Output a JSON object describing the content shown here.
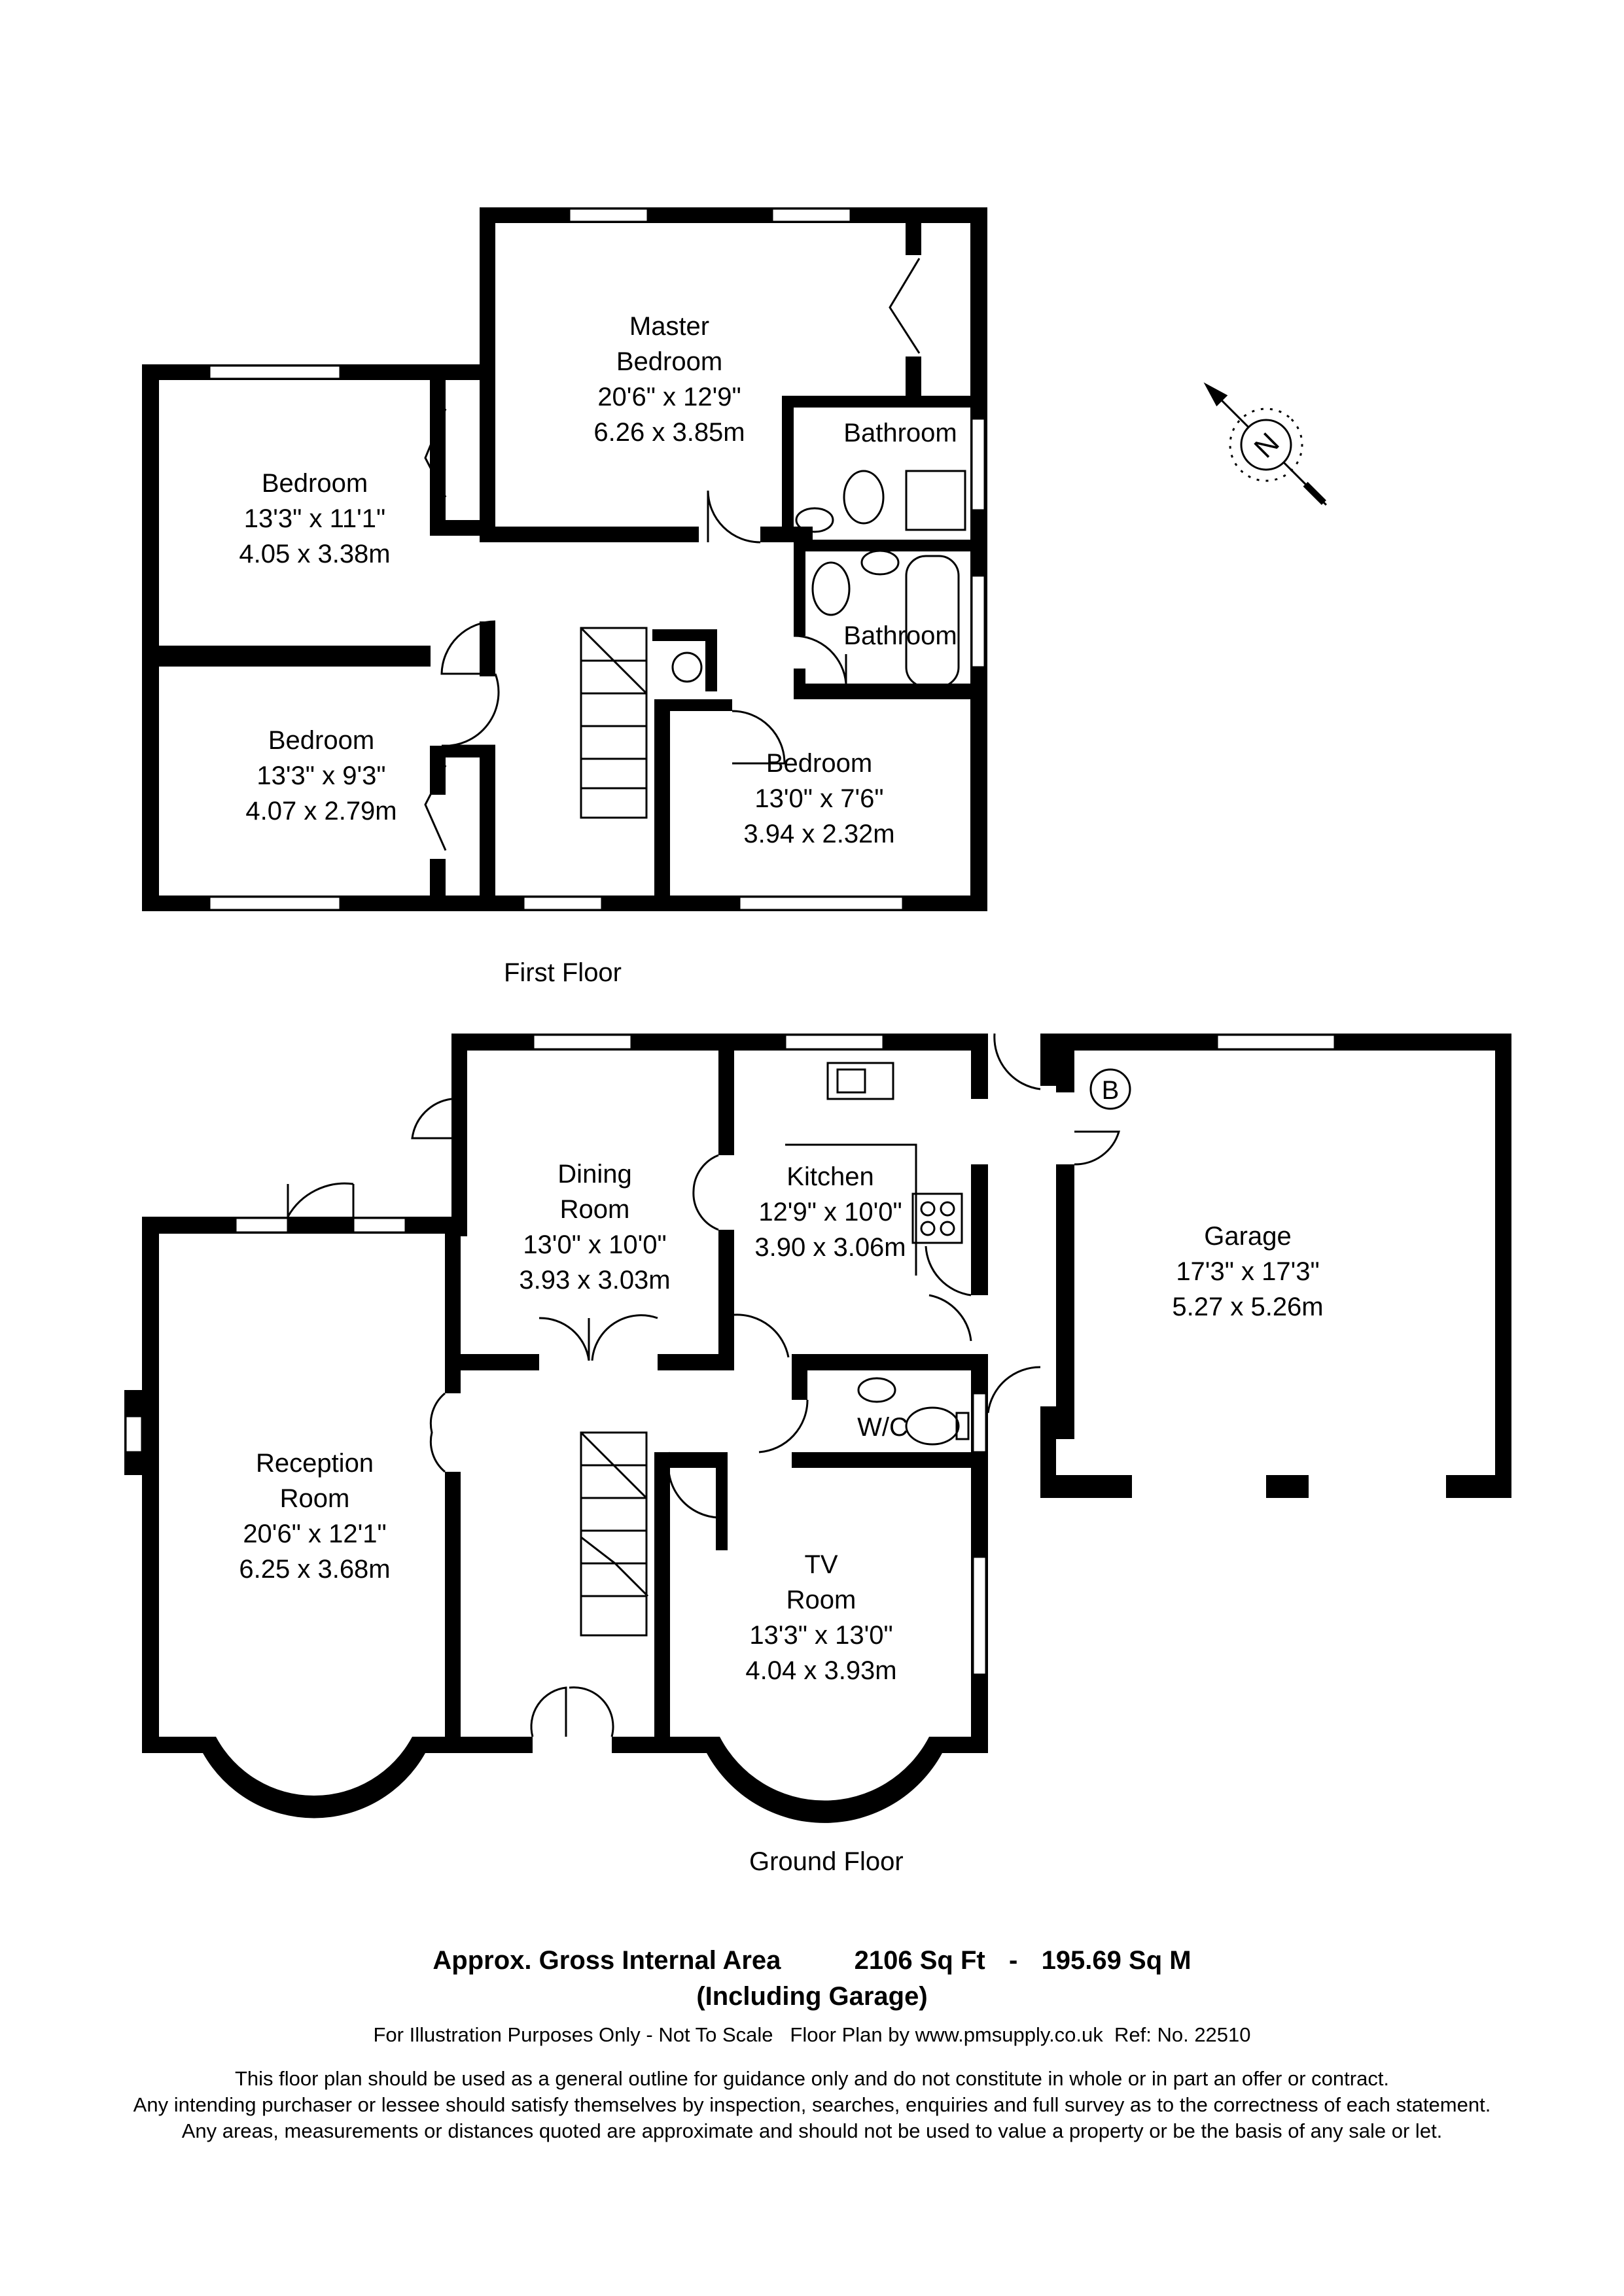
{
  "floors": {
    "first": {
      "label": "First Floor",
      "rooms": [
        {
          "id": "master",
          "lines": [
            "Master",
            "Bedroom",
            "20'6\" x 12'9\"",
            "6.26 x 3.85m"
          ]
        },
        {
          "id": "bath1",
          "lines": [
            "Bathroom"
          ]
        },
        {
          "id": "bath2",
          "lines": [
            "Bathroom"
          ]
        },
        {
          "id": "bed1",
          "lines": [
            "Bedroom",
            "13'3\" x 11'1\"",
            "4.05 x 3.38m"
          ]
        },
        {
          "id": "bed2",
          "lines": [
            "Bedroom",
            "13'3\" x 9'3\"",
            "4.07 x 2.79m"
          ]
        },
        {
          "id": "bed3",
          "lines": [
            "Bedroom",
            "13'0\" x 7'6\"",
            "3.94 x 2.32m"
          ]
        }
      ]
    },
    "ground": {
      "label": "Ground Floor",
      "rooms": [
        {
          "id": "dining",
          "lines": [
            "Dining",
            "Room",
            "13'0\" x 10'0\"",
            "3.93 x 3.03m"
          ]
        },
        {
          "id": "kitchen",
          "lines": [
            "Kitchen",
            "12'9\" x 10'0\"",
            "3.90 x 3.06m"
          ]
        },
        {
          "id": "garage",
          "lines": [
            "Garage",
            "17'3\" x 17'3\"",
            "5.27 x 5.26m"
          ]
        },
        {
          "id": "reception",
          "lines": [
            "Reception",
            "Room",
            "20'6\" x 12'1\"",
            "6.25 x 3.68m"
          ]
        },
        {
          "id": "wc",
          "lines": [
            "W/C"
          ]
        },
        {
          "id": "tv",
          "lines": [
            "TV",
            "Room",
            "13'3\" x 13'0\"",
            "4.04 x 3.93m"
          ]
        }
      ],
      "boiler_marker": "B"
    }
  },
  "compass": {
    "letter": "N",
    "icon": "north-compass-icon"
  },
  "footer": {
    "area_label": "Approx. Gross Internal Area",
    "area_sqft": "2106 Sq Ft",
    "area_sep": "-",
    "area_sqm": "195.69 Sq M",
    "including": "(Including Garage)",
    "illustration": "For Illustration Purposes Only - Not To Scale   Floor Plan by www.pmsupply.co.uk  Ref: No. 22510",
    "disclaimer": [
      "This floor plan should be used as a general outline for guidance only and do not constitute in whole or in part an offer or contract.",
      "Any intending purchaser or lessee should satisfy themselves by inspection, searches, enquiries and full survey as to the correctness of each statement.",
      "Any areas, measurements or distances quoted are approximate and should not be used to value a property or be the basis of any sale or let."
    ]
  }
}
